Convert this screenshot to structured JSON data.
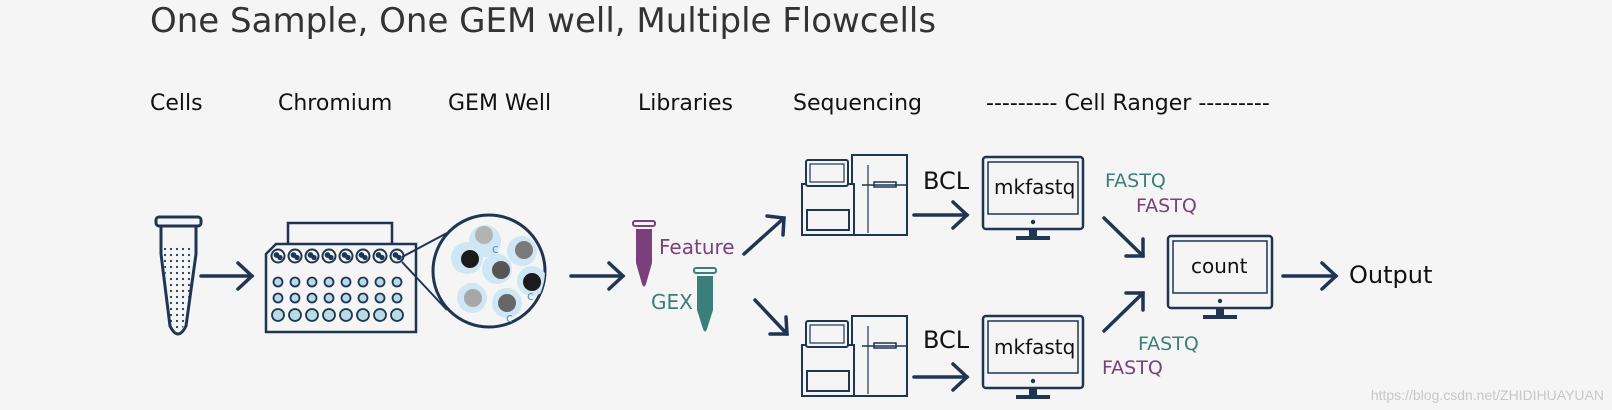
{
  "title": "One Sample, One GEM well, Multiple Flowcells",
  "stages": {
    "cells": "Cells",
    "chromium": "Chromium",
    "gem_well": "GEM Well",
    "libraries": "Libraries",
    "sequencing": "Sequencing",
    "cell_ranger": "--------- Cell Ranger ---------"
  },
  "libraries": {
    "feature": "Feature",
    "gex": "GEX"
  },
  "bcl_label": "BCL",
  "mkfastq_label": "mkfastq",
  "count_label": "count",
  "output_label": "Output",
  "fastq_label": "FASTQ",
  "gem_letter": "c",
  "watermark": "https://blog.csdn.net/ZHIDIHUAYUAN",
  "colors": {
    "navy": "#1f3553",
    "teal": "#3a7f7a",
    "purple": "#7b3f7c",
    "well_fill": "#b9dbe6",
    "gem_glow": "#cfe6f4",
    "gem_c": "#3a9bd9"
  }
}
